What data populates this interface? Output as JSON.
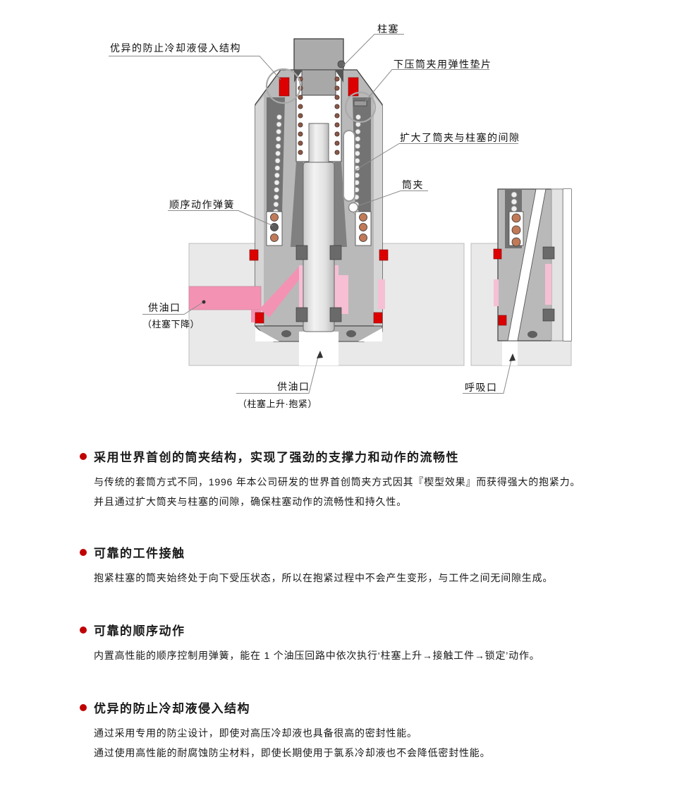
{
  "diagram": {
    "callouts": [
      {
        "id": "plunger",
        "label": "柱塞"
      },
      {
        "id": "coolant-protection",
        "label": "优异的防止冷却液侵入结构"
      },
      {
        "id": "elastic-washer",
        "label": "下压筒夹用弹性垫片"
      },
      {
        "id": "collet-clearance",
        "label": "扩大了筒夹与柱塞的间隙"
      },
      {
        "id": "collet",
        "label": "筒夹"
      },
      {
        "id": "sequence-spring",
        "label": "顺序动作弹簧"
      },
      {
        "id": "oil-port-lower",
        "label": "供油口",
        "sublabel": "（柱塞下降）"
      },
      {
        "id": "oil-port-raise",
        "label": "供油口",
        "sublabel": "（柱塞上升·抱紧）"
      },
      {
        "id": "breather-port",
        "label": "呼吸口"
      }
    ],
    "colors": {
      "body_gray": "#b9b9b9",
      "dark_gray": "#6e6e6e",
      "base_gray": "#e9e9e9",
      "oil_pink": "#f492b4",
      "oil_pink_light": "#f6bfd4",
      "seal_red": "#dd0000",
      "spring_copper": "#c17a58",
      "accent_red": "#c00000"
    }
  },
  "sections": [
    {
      "heading": "采用世界首创的筒夹结构，实现了强劲的支撑力和动作的流畅性",
      "body": [
        "与传统的套筒方式不同，1996 年本公司研发的世界首创筒夹方式因其『楔型效果』而获得强大的抱紧力。",
        "并且通过扩大筒夹与柱塞的间隙，确保柱塞动作的流畅性和持久性。"
      ]
    },
    {
      "heading": "可靠的工件接触",
      "body": [
        "抱紧柱塞的筒夹始终处于向下受压状态，所以在抱紧过程中不会产生变形，与工件之间无间隙生成。"
      ]
    },
    {
      "heading": "可靠的顺序动作",
      "body": [
        "内置高性能的顺序控制用弹簧，能在 1 个油压回路中依次执行‘柱塞上升→接触工件→锁定’动作。"
      ]
    },
    {
      "heading": "优异的防止冷却液侵入结构",
      "body": [
        "通过采用专用的防尘设计，即使对高压冷却液也具备很高的密封性能。",
        "通过使用高性能的耐腐蚀防尘材料，即使长期使用于氯系冷却液也不会降低密封性能。"
      ]
    }
  ]
}
